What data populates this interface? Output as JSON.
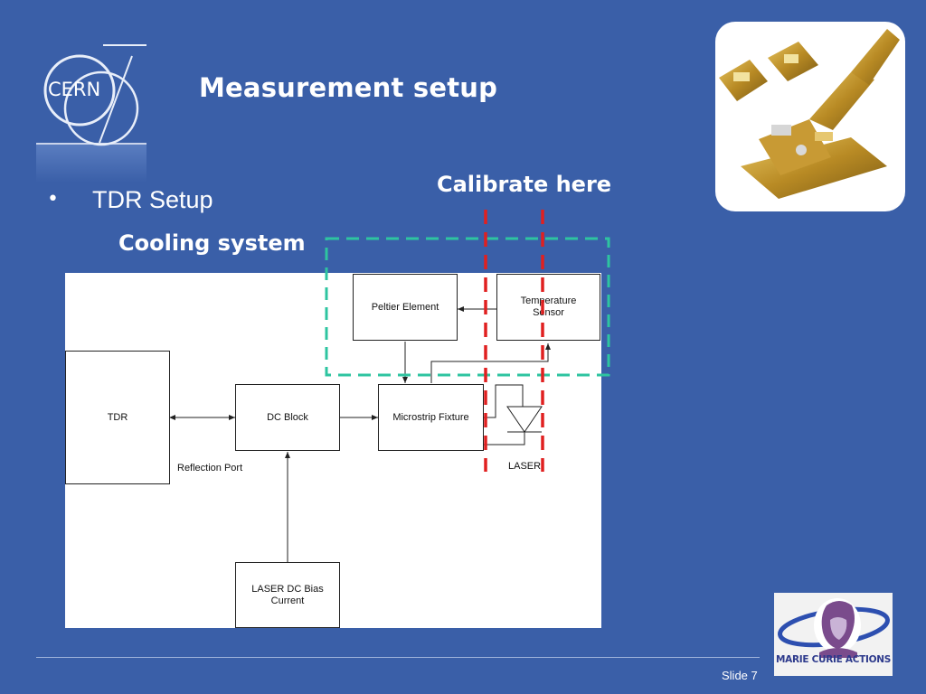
{
  "slide": {
    "title": "Measurement setup",
    "bullet_symbol": "•",
    "bullet_text": "TDR Setup",
    "slide_number": "Slide 7"
  },
  "logos": {
    "cern_text": "CERN",
    "marie_curie_text": "MARIE CURIE ACTIONS"
  },
  "annotations": {
    "calibrate": "Calibrate here",
    "cooling": "Cooling system"
  },
  "diagram": {
    "boxes": {
      "tdr": "TDR",
      "dc_block": "DC Block",
      "microstrip": "Microstrip Fixture",
      "peltier": "Peltier Element",
      "temp_sensor": "Temperature Sensor",
      "laser_bias": "LASER DC Bias Current"
    },
    "labels": {
      "reflection_port": "Reflection Port",
      "laser": "LASER"
    }
  },
  "colors": {
    "background": "#3a5fa8",
    "calibration_lines": "#e02020",
    "cooling_box": "#2ec4a0"
  }
}
